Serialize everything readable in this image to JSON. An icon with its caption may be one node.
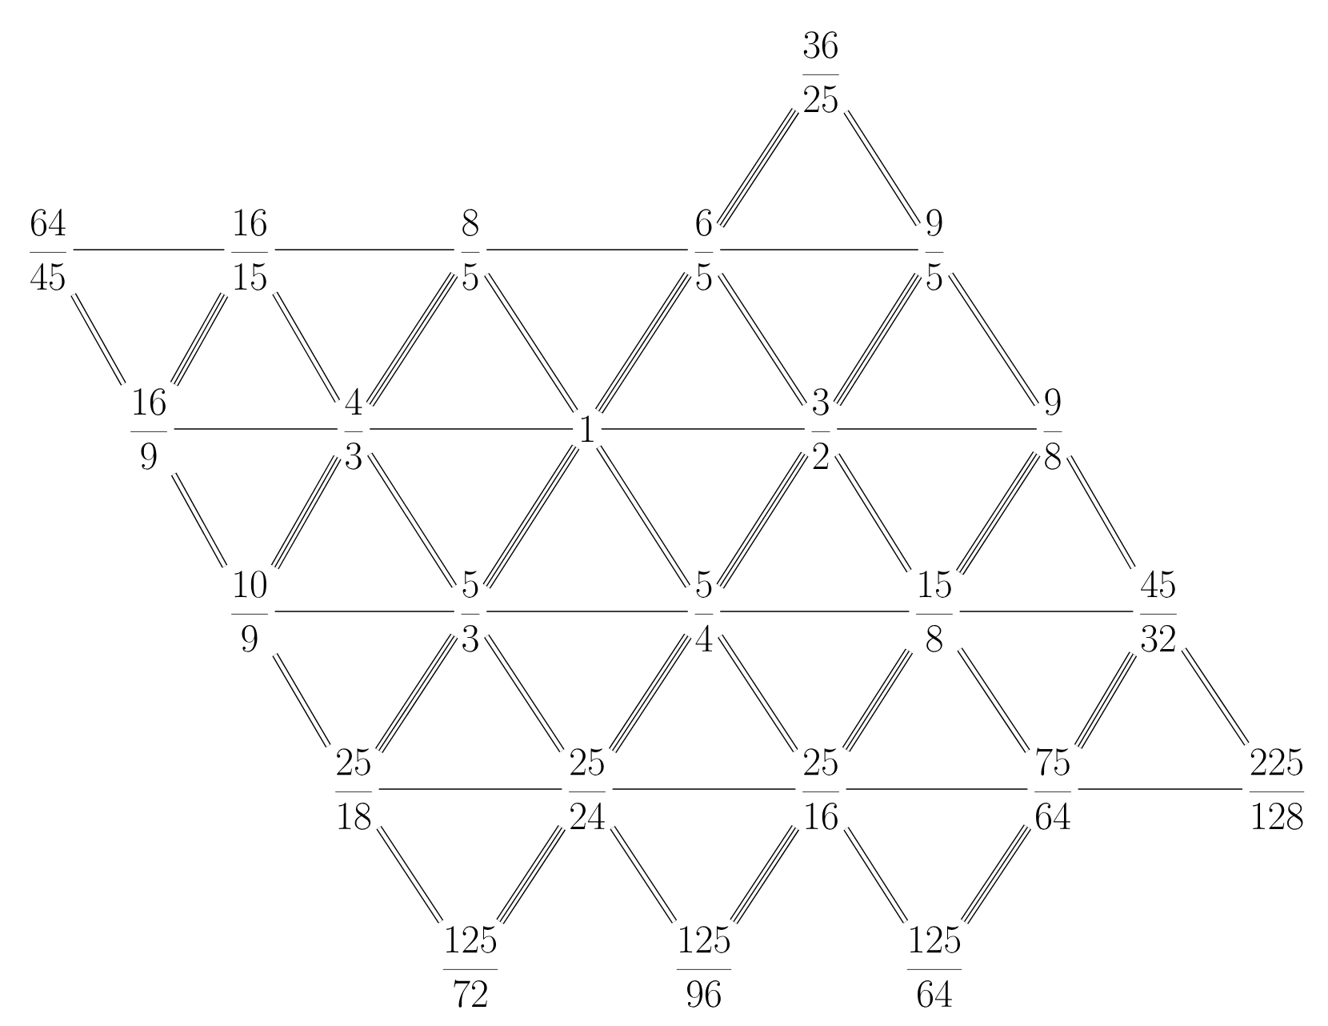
{
  "diagram": {
    "nodes": [
      {
        "text": [
          "\\frac{36}{25}"
        ]
      },
      {
        "text": [
          "\\frac{64}{45}"
        ]
      },
      {
        "text": [
          "\\frac{16}{15}"
        ]
      },
      {
        "text": [
          "\\frac{8}{5}"
        ]
      },
      {
        "text": [
          "\\frac{6}{5}"
        ]
      },
      {
        "text": [
          "\\frac{9}{5}"
        ]
      },
      {
        "text": [
          "\\frac{16}{9}"
        ]
      },
      {
        "text": [
          "\\frac{4}{3}"
        ]
      },
      {
        "text": [
          "1"
        ]
      },
      {
        "text": [
          "\\frac{3}{2}"
        ]
      },
      {
        "text": [
          "\\frac{9}{8}"
        ]
      },
      {
        "text": [
          "\\frac{10}{9}"
        ]
      },
      {
        "text": [
          "\\frac{5}{3}"
        ]
      },
      {
        "text": [
          "\\frac{5}{4}"
        ]
      },
      {
        "text": [
          "\\frac{15}{8}"
        ]
      },
      {
        "text": [
          "\\frac{45}{32}"
        ]
      },
      {
        "text": [
          "\\frac{25}{18}"
        ]
      },
      {
        "text": [
          "\\frac{25}{24}"
        ]
      },
      {
        "text": [
          "\\frac{25}{16}"
        ]
      },
      {
        "text": [
          "\\frac{75}{64}"
        ]
      },
      {
        "text": [
          "\\frac{225}{128}"
        ]
      },
      {
        "text": [
          "\\frac{125}{72}"
        ]
      },
      {
        "text": [
          "\\frac{125}{96}"
        ]
      },
      {
        "text": [
          "\\frac{125}{64}"
        ]
      }
    ],
    "edges": [
      {
        "from": 0,
        "to": 4,
        "arrow": "none"
      },
      {
        "from": 0,
        "to": 5,
        "arrow": "none"
      },
      {
        "from": 1,
        "to": 2,
        "arrow": "none"
      },
      {
        "from": 2,
        "to": 3,
        "arrow": "none"
      },
      {
        "from": 3,
        "to": 4,
        "arrow": "none"
      },
      {
        "from": 4,
        "to": 5,
        "arrow": "none"
      },
      {
        "from": 1,
        "to": 6,
        "arrow": "none"
      },
      {
        "from": 2,
        "to": 6,
        "arrow": "none"
      },
      {
        "from": 2,
        "to": 7,
        "arrow": "none"
      },
      {
        "from": 3,
        "to": 7,
        "arrow": "none"
      },
      {
        "from": 3,
        "to": 8,
        "arrow": "none"
      },
      {
        "from": 4,
        "to": 8,
        "arrow": "none"
      },
      {
        "from": 4,
        "to": 9,
        "arrow": "none"
      },
      {
        "from": 5,
        "to": 9,
        "arrow": "none"
      },
      {
        "from": 5,
        "to": 10,
        "arrow": "none"
      },
      {
        "from": 6,
        "to": 7,
        "arrow": "none"
      },
      {
        "from": 7,
        "to": 8,
        "arrow": "none"
      },
      {
        "from": 8,
        "to": 9,
        "arrow": "none"
      },
      {
        "from": 9,
        "to": 10,
        "arrow": "none"
      },
      {
        "from": 6,
        "to": 11,
        "arrow": "none"
      },
      {
        "from": 7,
        "to": 11,
        "arrow": "none"
      },
      {
        "from": 7,
        "to": 12,
        "arrow": "none"
      },
      {
        "from": 8,
        "to": 12,
        "arrow": "none"
      },
      {
        "from": 8,
        "to": 13,
        "arrow": "none"
      },
      {
        "from": 9,
        "to": 13,
        "arrow": "none"
      },
      {
        "from": 9,
        "to": 14,
        "arrow": "none"
      },
      {
        "from": 10,
        "to": 14,
        "arrow": "none"
      },
      {
        "from": 10,
        "to": 15,
        "arrow": "none"
      },
      {
        "from": 11,
        "to": 12,
        "arrow": "none"
      },
      {
        "from": 12,
        "to": 13,
        "arrow": "none"
      },
      {
        "from": 13,
        "to": 14,
        "arrow": "none"
      },
      {
        "from": 14,
        "to": 15,
        "arrow": "none"
      },
      {
        "from": 11,
        "to": 16,
        "arrow": "none"
      },
      {
        "from": 12,
        "to": 16,
        "arrow": "none"
      },
      {
        "from": 12,
        "to": 17,
        "arrow": "none"
      },
      {
        "from": 13,
        "to": 17,
        "arrow": "none"
      },
      {
        "from": 13,
        "to": 18,
        "arrow": "none"
      },
      {
        "from": 14,
        "to": 18,
        "arrow": "none"
      },
      {
        "from": 14,
        "to": 19,
        "arrow": "none"
      },
      {
        "from": 15,
        "to": 19,
        "arrow": "none"
      },
      {
        "from": 15,
        "to": 20,
        "arrow": "none"
      },
      {
        "from": 16,
        "to": 17,
        "arrow": "none"
      },
      {
        "from": 17,
        "to": 18,
        "arrow": "none"
      },
      {
        "from": 18,
        "to": 19,
        "arrow": "none"
      },
      {
        "from": 19,
        "to": 20,
        "arrow": "none"
      },
      {
        "from": 16,
        "to": 21,
        "arrow": "none"
      },
      {
        "from": 17,
        "to": 21,
        "arrow": "none"
      },
      {
        "from": 17,
        "to": 22,
        "arrow": "none"
      },
      {
        "from": 18,
        "to": 22,
        "arrow": "none"
      },
      {
        "from": 18,
        "to": 23,
        "arrow": "none"
      },
      {
        "from": 19,
        "to": 23,
        "arrow": "none"
      }
    ]
  }
}
